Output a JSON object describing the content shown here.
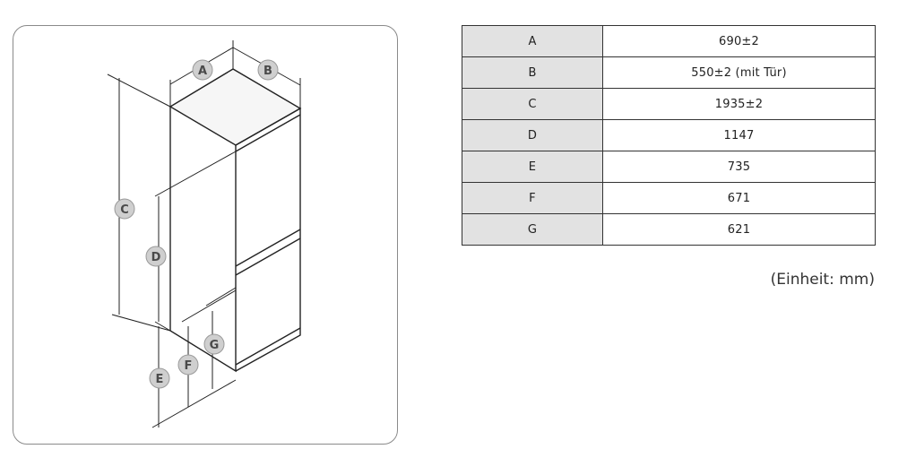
{
  "diagram": {
    "badges": {
      "a": "A",
      "b": "B",
      "c": "C",
      "d": "D",
      "e": "E",
      "f": "F",
      "g": "G"
    }
  },
  "table": {
    "rows": [
      {
        "key": "A",
        "value": "690±2"
      },
      {
        "key": "B",
        "value": "550±2 (mit Tür)"
      },
      {
        "key": "C",
        "value": "1935±2"
      },
      {
        "key": "D",
        "value": "1147"
      },
      {
        "key": "E",
        "value": "735"
      },
      {
        "key": "F",
        "value": "671"
      },
      {
        "key": "G",
        "value": "621"
      }
    ]
  },
  "unit_note": "(Einheit: mm)"
}
